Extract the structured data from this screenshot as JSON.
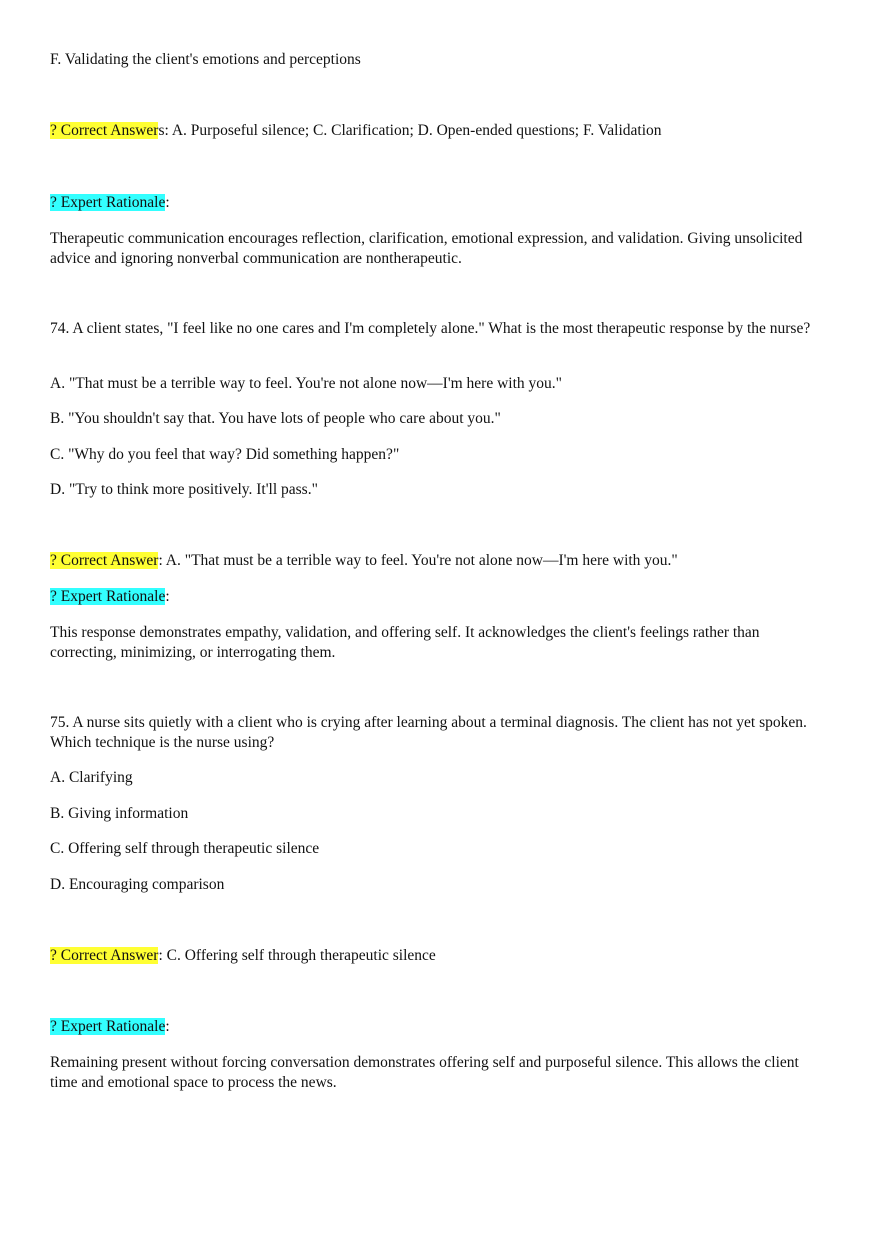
{
  "prev_question": {
    "option_f": "F. Validating the client's emotions and perceptions",
    "answer_label_hl": "? Correct Answer",
    "answer_label_tail": "s",
    "answer_text": ": A. Purposeful silence; C. Clarification; D. Open-ended questions; F. Validation",
    "rationale_label": "? Expert Rationale",
    "rationale_colon": ":",
    "rationale_text": "Therapeutic communication encourages reflection, clarification, emotional expression, and validation. Giving unsolicited advice and ignoring nonverbal communication are nontherapeutic."
  },
  "q74": {
    "stem": "74. A client states, \"I feel like no one cares and I'm completely alone.\" What is the most therapeutic response by the nurse?",
    "options": [
      "A. \"That must be a terrible way to feel. You're not alone now—I'm here with you.\"",
      "B. \"You shouldn't say that. You have lots of people who care about you.\"",
      "C. \"Why do you feel that way? Did something happen?\"",
      "D. \"Try to think more positively. It'll pass.\""
    ],
    "answer_label": "? Correct Answer",
    "answer_text": ": A. \"That must be a terrible way to feel. You're not alone now—I'm here with you.\"",
    "rationale_label": "? Expert Rationale",
    "rationale_colon": ":",
    "rationale_text": "This response demonstrates empathy, validation, and offering self. It acknowledges the client's feelings rather than correcting, minimizing, or interrogating them."
  },
  "q75": {
    "stem": "75. A nurse sits quietly with a client who is crying after learning about a terminal diagnosis. The client has not yet spoken. Which technique is the nurse using?",
    "options": [
      "A. Clarifying",
      "B. Giving information",
      "C. Offering self through therapeutic silence",
      "D. Encouraging comparison"
    ],
    "answer_label": "? Correct Answer",
    "answer_text": ": C. Offering self through therapeutic silence",
    "rationale_label": "? Expert Rationale",
    "rationale_colon": ":",
    "rationale_text": "Remaining present without forcing conversation demonstrates offering self and purposeful silence. This allows the client time and emotional space to process the news."
  },
  "colors": {
    "answer_highlight": "#ffff33",
    "rationale_highlight": "#33ffff",
    "text": "#111111"
  }
}
